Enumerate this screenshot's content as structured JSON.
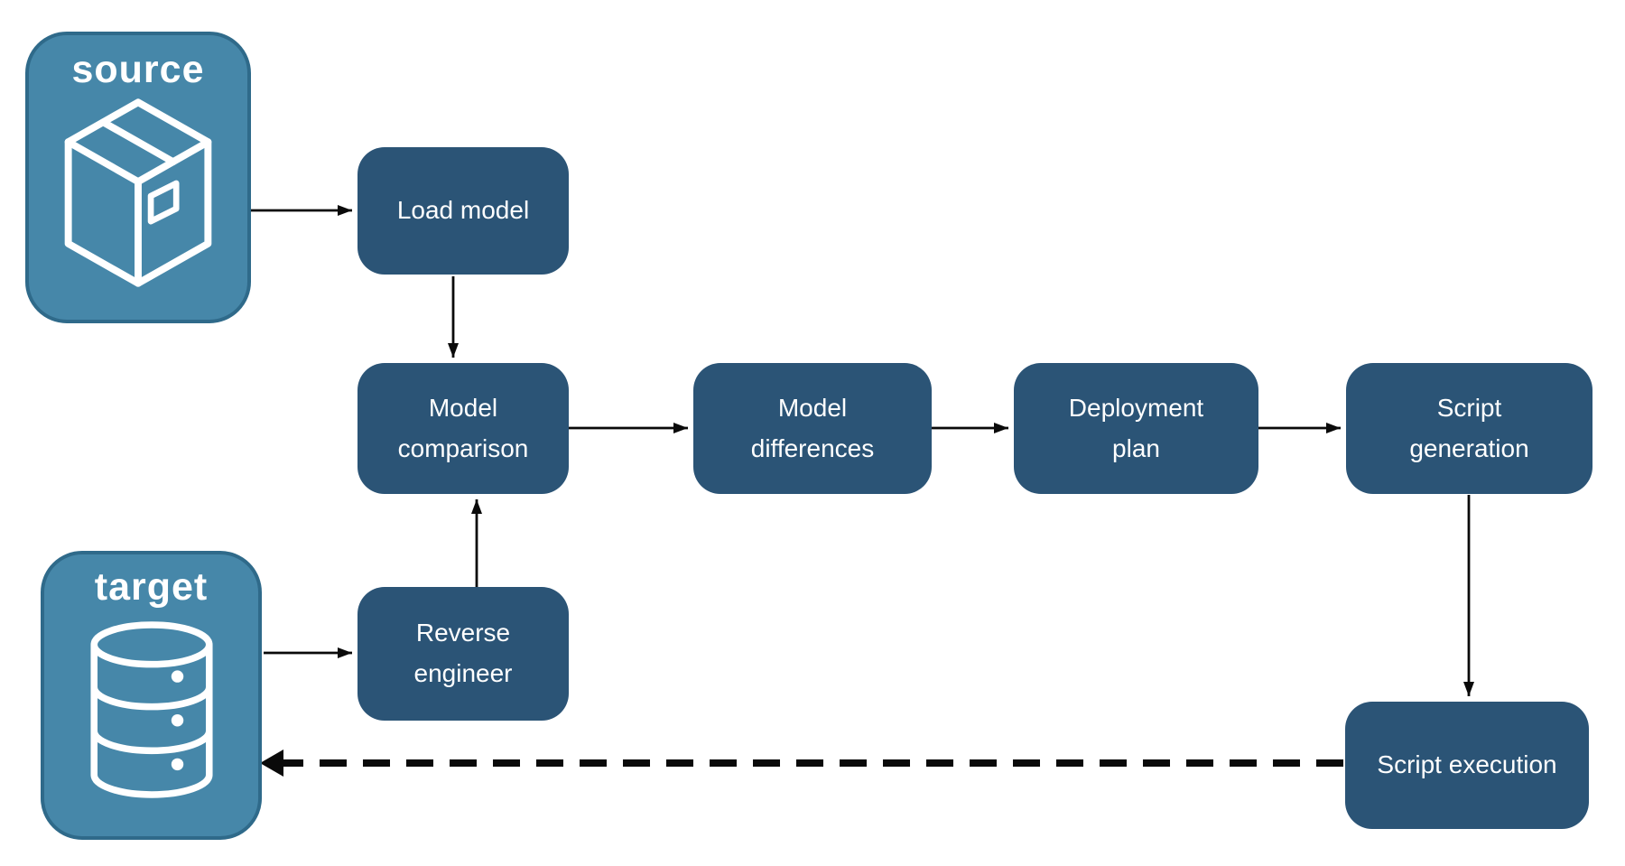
{
  "diagram": {
    "type": "flowchart",
    "background": "#FFFFFF",
    "colors": {
      "process_fill": "#2B5476",
      "entity_fill": "#4687A9",
      "entity_border": "#2F6A8A",
      "text": "#FFFFFF",
      "arrow": "#0A0A0A"
    },
    "entities": {
      "source": {
        "label": "source",
        "icon": "package-icon"
      },
      "target": {
        "label": "target",
        "icon": "database-icon"
      }
    },
    "nodes": {
      "load_model": {
        "label": "Load model"
      },
      "model_comparison": {
        "label": "Model comparison"
      },
      "model_differences": {
        "label": "Model differences"
      },
      "deployment_plan": {
        "label": "Deployment plan"
      },
      "script_generation": {
        "label": "Script generation"
      },
      "reverse_engineer": {
        "label": "Reverse engineer"
      },
      "script_execution": {
        "label": "Script execution"
      }
    },
    "edges": [
      {
        "from": "source",
        "to": "load_model",
        "style": "solid"
      },
      {
        "from": "load_model",
        "to": "model_comparison",
        "style": "solid"
      },
      {
        "from": "model_comparison",
        "to": "model_differences",
        "style": "solid"
      },
      {
        "from": "model_differences",
        "to": "deployment_plan",
        "style": "solid"
      },
      {
        "from": "deployment_plan",
        "to": "script_generation",
        "style": "solid"
      },
      {
        "from": "script_generation",
        "to": "script_execution",
        "style": "solid"
      },
      {
        "from": "target",
        "to": "reverse_engineer",
        "style": "solid"
      },
      {
        "from": "reverse_engineer",
        "to": "model_comparison",
        "style": "solid"
      },
      {
        "from": "script_execution",
        "to": "target",
        "style": "dashed"
      }
    ]
  }
}
